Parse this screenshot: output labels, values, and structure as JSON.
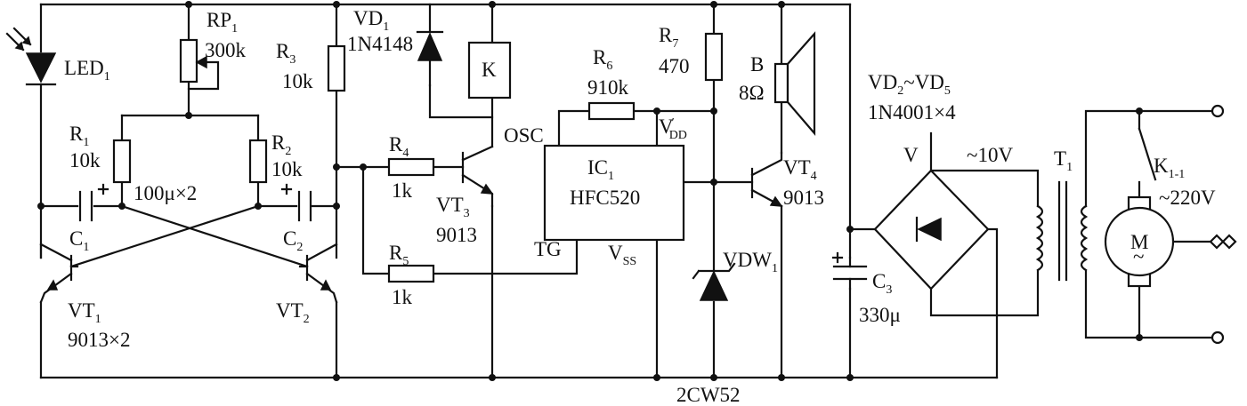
{
  "components": {
    "led": {
      "ref": "LED",
      "idx": "1"
    },
    "rp1": {
      "ref": "RP",
      "idx": "1",
      "value": "300k"
    },
    "r1": {
      "ref": "R",
      "idx": "1",
      "value": "10k"
    },
    "r2": {
      "ref": "R",
      "idx": "2",
      "value": "10k"
    },
    "r3": {
      "ref": "R",
      "idx": "3",
      "value": "10k"
    },
    "c1": {
      "ref": "C",
      "idx": "1"
    },
    "c2": {
      "ref": "C",
      "idx": "2"
    },
    "cap_pair_value": "100μ×2",
    "vt1": {
      "ref": "VT",
      "idx": "1",
      "value": "9013×2"
    },
    "vt2": {
      "ref": "VT",
      "idx": "2"
    },
    "vd1": {
      "ref": "VD",
      "idx": "1",
      "value": "1N4148"
    },
    "relay": {
      "ref": "K"
    },
    "r4": {
      "ref": "R",
      "idx": "4",
      "value": "1k"
    },
    "r5": {
      "ref": "R",
      "idx": "5",
      "value": "1k"
    },
    "vt3": {
      "ref": "VT",
      "idx": "3",
      "value": "9013"
    },
    "r6": {
      "ref": "R",
      "idx": "6",
      "value": "910k"
    },
    "ic1": {
      "ref": "IC",
      "idx": "1",
      "part": "HFC520"
    },
    "pins": {
      "osc": "OSC",
      "vdd": "V",
      "vdd_sub": "DD",
      "vdd_prime": "′",
      "tg": "TG",
      "vss": "V",
      "vss_sub": "SS"
    },
    "r7": {
      "ref": "R",
      "idx": "7",
      "value": "470"
    },
    "vdw1": {
      "ref": "VDW",
      "idx": "1",
      "value": "2CW52"
    },
    "speaker": {
      "ref": "B",
      "value": "8Ω"
    },
    "vt4": {
      "ref": "VT",
      "idx": "4",
      "value": "9013"
    },
    "c3": {
      "ref": "C",
      "idx": "3",
      "value": "330μ"
    },
    "bridge": {
      "ref_a": "VD",
      "idx_a": "2",
      "sep": "~",
      "ref_b": "VD",
      "idx_b": "5",
      "value": "1N4001×4",
      "node": "V"
    },
    "transformer": {
      "ref": "T",
      "idx": "1",
      "secondary": "~10V"
    },
    "relay_contact": {
      "ref": "K",
      "idx": "1-1",
      "mains": "~220V"
    },
    "motor": {
      "symbol": "M",
      "tilde": "~"
    }
  }
}
